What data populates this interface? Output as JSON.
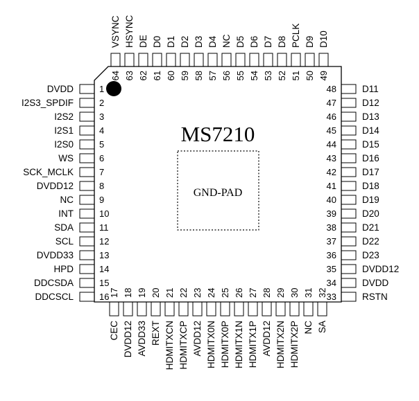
{
  "chip": {
    "part_number": "MS7210",
    "pad_label": "GND-PAD"
  },
  "pins": {
    "left": [
      {
        "num": "1",
        "name": "DVDD"
      },
      {
        "num": "2",
        "name": "I2S3_SPDIF"
      },
      {
        "num": "3",
        "name": "I2S2"
      },
      {
        "num": "4",
        "name": "I2S1"
      },
      {
        "num": "5",
        "name": "I2S0"
      },
      {
        "num": "6",
        "name": "WS"
      },
      {
        "num": "7",
        "name": "SCK_MCLK"
      },
      {
        "num": "8",
        "name": "DVDD12"
      },
      {
        "num": "9",
        "name": "NC"
      },
      {
        "num": "10",
        "name": "INT"
      },
      {
        "num": "11",
        "name": "SDA"
      },
      {
        "num": "12",
        "name": "SCL"
      },
      {
        "num": "13",
        "name": "DVDD33"
      },
      {
        "num": "14",
        "name": "HPD"
      },
      {
        "num": "15",
        "name": "DDCSDA"
      },
      {
        "num": "16",
        "name": "DDCSCL"
      }
    ],
    "bottom": [
      {
        "num": "17",
        "name": "CEC"
      },
      {
        "num": "18",
        "name": "DVDD12"
      },
      {
        "num": "19",
        "name": "AVDD33"
      },
      {
        "num": "20",
        "name": "REXT"
      },
      {
        "num": "21",
        "name": "HDMITXCN"
      },
      {
        "num": "22",
        "name": "HDMITXCP"
      },
      {
        "num": "23",
        "name": "AVDD12"
      },
      {
        "num": "24",
        "name": "HDMITX0N"
      },
      {
        "num": "25",
        "name": "HDMITX0P"
      },
      {
        "num": "26",
        "name": "HDMITX1N"
      },
      {
        "num": "27",
        "name": "HDMITX1P"
      },
      {
        "num": "28",
        "name": "AVDD12"
      },
      {
        "num": "29",
        "name": "HDMITX2N"
      },
      {
        "num": "30",
        "name": "HDMITX2P"
      },
      {
        "num": "31",
        "name": "NC"
      },
      {
        "num": "32",
        "name": "SA"
      }
    ],
    "right": [
      {
        "num": "48",
        "name": "D11"
      },
      {
        "num": "47",
        "name": "D12"
      },
      {
        "num": "46",
        "name": "D13"
      },
      {
        "num": "45",
        "name": "D14"
      },
      {
        "num": "44",
        "name": "D15"
      },
      {
        "num": "43",
        "name": "D16"
      },
      {
        "num": "42",
        "name": "D17"
      },
      {
        "num": "41",
        "name": "D18"
      },
      {
        "num": "40",
        "name": "D19"
      },
      {
        "num": "39",
        "name": "D20"
      },
      {
        "num": "38",
        "name": "D21"
      },
      {
        "num": "37",
        "name": "D22"
      },
      {
        "num": "36",
        "name": "D23"
      },
      {
        "num": "35",
        "name": "DVDD12"
      },
      {
        "num": "34",
        "name": "DVDD"
      },
      {
        "num": "33",
        "name": "RSTN"
      }
    ],
    "top": [
      {
        "num": "64",
        "name": "VSYNC"
      },
      {
        "num": "63",
        "name": "HSYNC"
      },
      {
        "num": "62",
        "name": "DE"
      },
      {
        "num": "61",
        "name": "D0"
      },
      {
        "num": "60",
        "name": "D1"
      },
      {
        "num": "59",
        "name": "D2"
      },
      {
        "num": "58",
        "name": "D3"
      },
      {
        "num": "57",
        "name": "D4"
      },
      {
        "num": "56",
        "name": "NC"
      },
      {
        "num": "55",
        "name": "D5"
      },
      {
        "num": "54",
        "name": "D6"
      },
      {
        "num": "53",
        "name": "D7"
      },
      {
        "num": "52",
        "name": "D8"
      },
      {
        "num": "51",
        "name": "PCLK"
      },
      {
        "num": "50",
        "name": "D9"
      },
      {
        "num": "49",
        "name": "D10"
      }
    ]
  }
}
